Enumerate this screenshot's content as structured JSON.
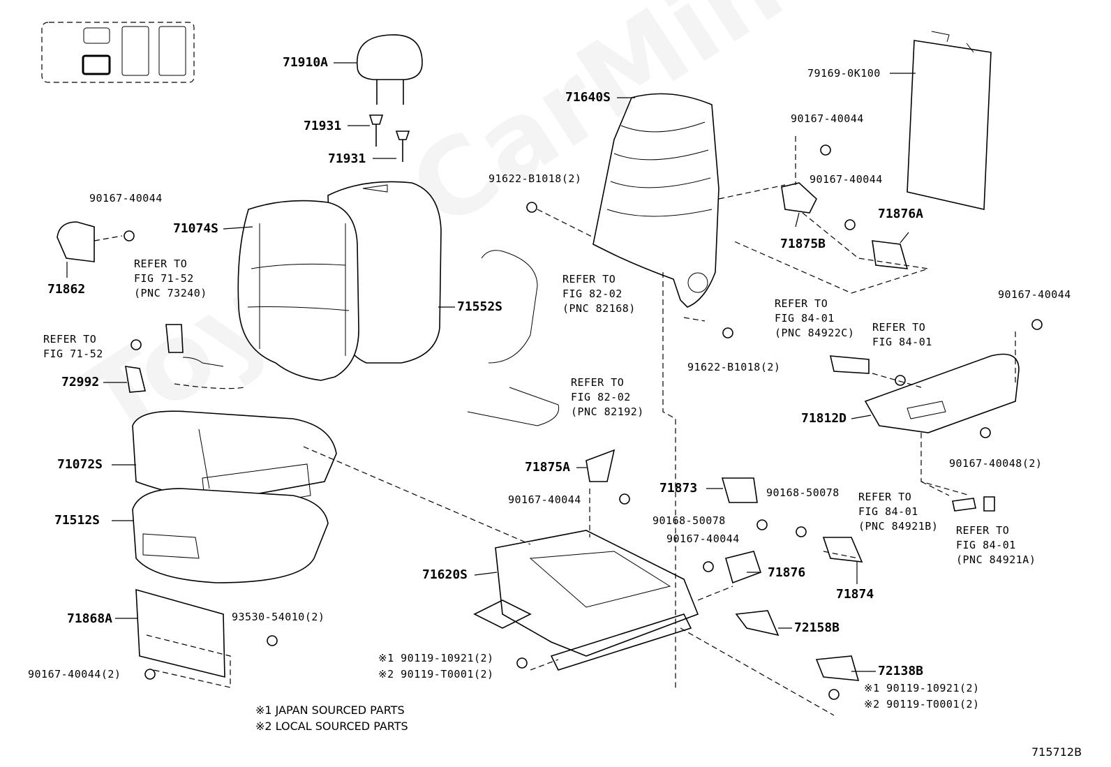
{
  "watermark": "ToyotaCarMine.ru",
  "figure_id": "715712B",
  "footnotes": [
    "※1 JAPAN SOURCED PARTS",
    "※2 LOCAL SOURCED PARTS"
  ],
  "labels": {
    "p71910A": "71910A",
    "p71931a": "71931",
    "p71931b": "71931",
    "p71640S": "71640S",
    "p79169": "79169-0K100",
    "p90167_a": "90167-40044",
    "p91622_a": "91622-B1018(2)",
    "p90167_b": "90167-40044",
    "p71876A": "71876A",
    "p71875B": "71875B",
    "p90167_c": "90167-40044",
    "p71074S": "71074S",
    "p71862": "71862",
    "p71552S": "71552S",
    "p91622_b": "91622-B1018(2)",
    "p90167_d": "90167-40044",
    "p72992": "72992",
    "p71812D": "71812D",
    "p90167_40048": "90167-40048(2)",
    "p71072S": "71072S",
    "p71875A": "71875A",
    "p90167_e": "90167-40044",
    "p71873": "71873",
    "p90168_a": "90168-50078",
    "p90168_b": "90168-50078",
    "p71512S": "71512S",
    "p90167_f": "90167-40044",
    "p71620S": "71620S",
    "p71876": "71876",
    "p71874": "71874",
    "p71868A": "71868A",
    "p93530": "93530-54010(2)",
    "p72158B": "72158B",
    "p90119_1": "※1 90119-10921(2)",
    "p90119_2": "※2 90119-T0001(2)",
    "p72138B": "72138B",
    "p90119_3": "※1 90119-10921(2)",
    "p90119_4": "※2 90119-T0001(2)",
    "p90167_g": "90167-40044(2)"
  },
  "refers": {
    "r1": [
      "REFER TO",
      "FIG 71-52",
      "(PNC 73240)"
    ],
    "r2": [
      "REFER TO",
      "FIG 71-52"
    ],
    "r3": [
      "REFER TO",
      "FIG 82-02",
      "(PNC 82168)"
    ],
    "r4": [
      "REFER TO",
      "FIG 82-02",
      "(PNC 82192)"
    ],
    "r5": [
      "REFER TO",
      "FIG 84-01",
      "(PNC 84922C)"
    ],
    "r6": [
      "REFER TO",
      "FIG 84-01"
    ],
    "r7": [
      "REFER TO",
      "FIG 84-01",
      "(PNC 84921B)"
    ],
    "r8": [
      "REFER TO",
      "FIG 84-01",
      "(PNC 84921A)"
    ]
  }
}
